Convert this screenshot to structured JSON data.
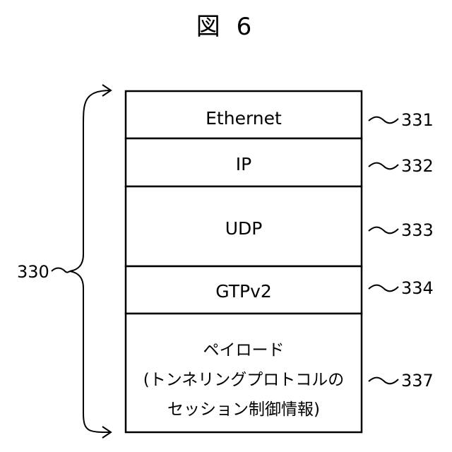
{
  "figure": {
    "title": "図 6"
  },
  "stack": {
    "ref": "330",
    "layers": [
      {
        "key": "ethernet",
        "ref": "331",
        "lines": [
          "Ethernet"
        ]
      },
      {
        "key": "ip",
        "ref": "332",
        "lines": [
          "IP"
        ]
      },
      {
        "key": "udp",
        "ref": "333",
        "lines": [
          "UDP"
        ]
      },
      {
        "key": "gtpv2",
        "ref": "334",
        "lines": [
          "GTPv2"
        ]
      },
      {
        "key": "payload",
        "ref": "337",
        "lines": [
          "ペイロード",
          "(トンネリングプロトコルの",
          "セッション制御情報)"
        ]
      }
    ]
  }
}
